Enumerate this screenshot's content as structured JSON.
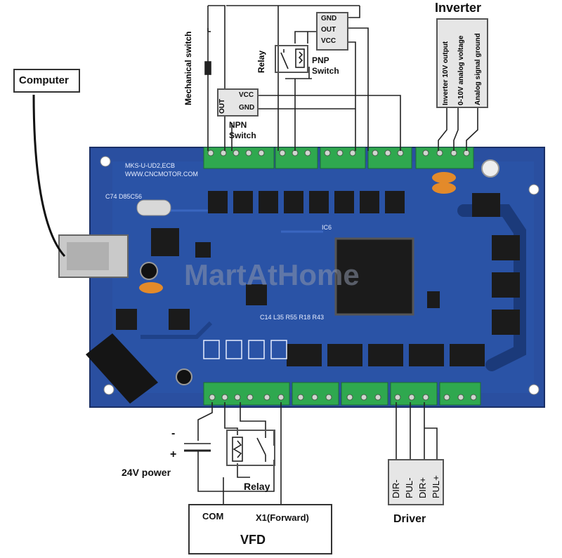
{
  "labels": {
    "inverter": "Inverter",
    "computer": "Computer",
    "mechanical_switch": "Mechanical switch",
    "relay_top": "Relay",
    "pnp_switch": [
      "PNP",
      "Switch"
    ],
    "pnp_pins": [
      "GND",
      "OUT",
      "VCC"
    ],
    "npn_pins": [
      "VCC",
      "GND"
    ],
    "npn_out": "OUT",
    "npn_switch": [
      "NPN",
      "Switch"
    ],
    "inverter_pins": [
      "Inverter 10V output",
      "0-10V analog voltage",
      "Analog signal ground"
    ],
    "minus": "-",
    "plus": "+",
    "power": "24V power",
    "relay_bottom": "Relay",
    "com": "COM",
    "x1": "X1(Forward)",
    "vfd": "VFD",
    "driver_pins": [
      "DIR-",
      "PUL-",
      "DIR+",
      "PUL+"
    ],
    "driver": "Driver",
    "watermark": "MartAtHome"
  },
  "board_text": {
    "model": "MKS-U-UD2,ECB",
    "site": "WWW.CNCMOTOR.COM",
    "chip_ic6": "IC6",
    "crystal": "C74 D85C56",
    "chip_labels": "C14 L35 R55 R18 R43"
  },
  "colors": {
    "board": "#2a4fa0",
    "board_dark": "#1f3d80",
    "terminal": "#2fa84f",
    "wire": "#222222",
    "box_fill": "#e6e6e6"
  }
}
